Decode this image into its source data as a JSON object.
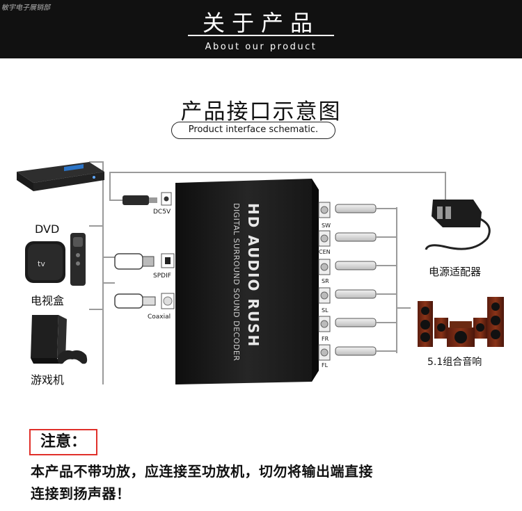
{
  "header": {
    "watermark": "敏宇电子展销部",
    "title": "关于产品",
    "subtitle": "About our product"
  },
  "section": {
    "title": "产品接口示意图",
    "subtitle": "Product interface schematic."
  },
  "device": {
    "brand_line": "HD AUDIO RUSH",
    "sub_line": "DIGITAL SURROUND SOUND DECODER",
    "inputs": {
      "power": "DC5V",
      "optical": "SPDIF",
      "coaxial": "Coaxial"
    },
    "outputs": [
      "SW",
      "CEN",
      "SR",
      "SL",
      "FR",
      "FL"
    ]
  },
  "sources": {
    "dvd": "DVD",
    "tv_box": "电视盒",
    "tv_box_logo": "tv",
    "game": "游戏机"
  },
  "destinations": {
    "adapter": "电源适配器",
    "speakers": "5.1组合音响"
  },
  "note": {
    "title": "注意：",
    "line1": "本产品不带功放，应连接至功放机，切勿将输出端直接",
    "line2": "连接到扬声器！"
  },
  "colors": {
    "header_bg": "#111111",
    "note_border": "#e0302a",
    "device_body": "#1c1c1c",
    "wire": "#9a9a9a"
  }
}
